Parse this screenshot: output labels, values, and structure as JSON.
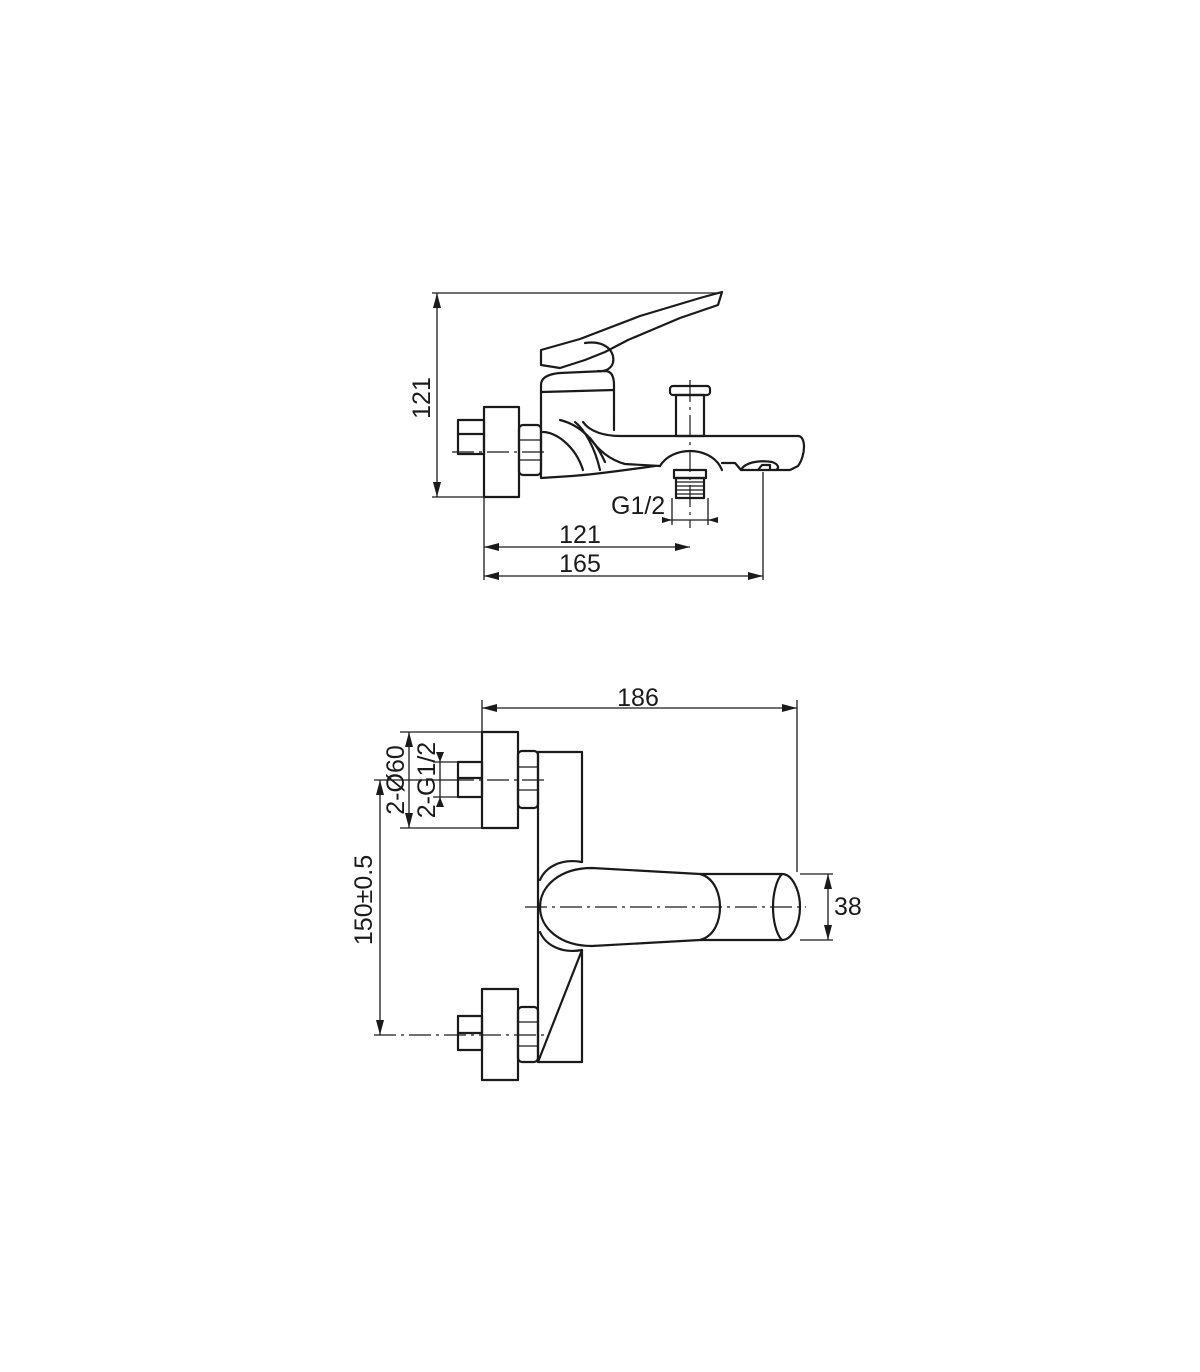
{
  "side_view": {
    "dim_height": "121",
    "dim_thread": "G1/2",
    "dim_spout_to_diverter": "121",
    "dim_overall_depth": "165"
  },
  "top_view": {
    "dim_overall_width": "186",
    "dim_flange_diameter": "2-Ø60",
    "dim_inlet_thread": "2-G1/2",
    "dim_centers": "150±0.5",
    "dim_spout_width": "38"
  }
}
